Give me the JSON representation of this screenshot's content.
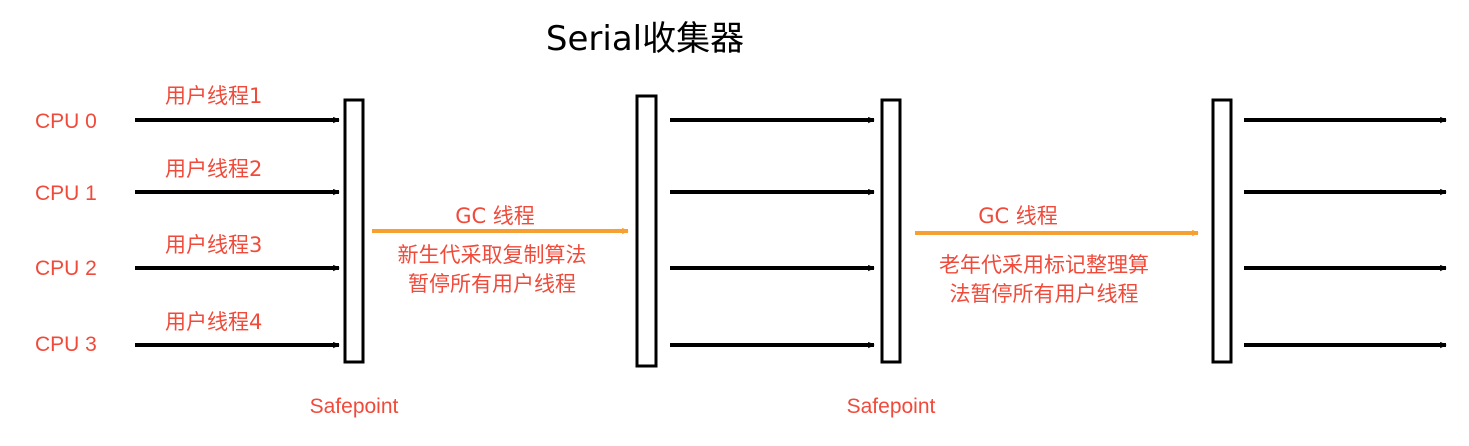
{
  "title": "Serial收集器",
  "colors": {
    "accent": "#f04a3a",
    "gc_arrow": "#f5a030",
    "line": "#000000"
  },
  "cpus": [
    "CPU 0",
    "CPU 1",
    "CPU 2",
    "CPU 3"
  ],
  "user_threads": [
    "用户线程1",
    "用户线程2",
    "用户线程3",
    "用户线程4"
  ],
  "gc_young": {
    "label": "GC 线程",
    "desc_line1": "新生代采取复制算法",
    "desc_line2": "暂停所有用户线程"
  },
  "gc_old": {
    "label": "GC 线程",
    "desc_line1": "老年代采用标记整理算",
    "desc_line2": "法暂停所有用户线程"
  },
  "safepoints": [
    "Safepoint",
    "Safepoint"
  ]
}
